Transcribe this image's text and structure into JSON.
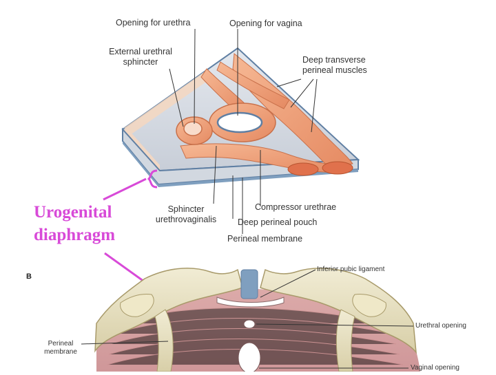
{
  "top_labels": {
    "opening_urethra": "Opening for urethra",
    "opening_vagina": "Opening for vagina",
    "ext_sphincter_line1": "External urethral",
    "ext_sphincter_line2": "sphincter",
    "deep_transverse_line1": "Deep transverse",
    "deep_transverse_line2": "perineal muscles",
    "sphincter_uv_line1": "Sphincter",
    "sphincter_uv_line2": "urethrovaginalis",
    "compressor": "Compressor urethrae",
    "deep_pouch": "Deep perineal pouch",
    "perineal_membrane": "Perineal membrane"
  },
  "callout": {
    "line1": "Urogenital",
    "line2": "diaphragm",
    "color": "#d84ad8"
  },
  "panel_b": {
    "panel_letter": "B",
    "inferior_pubic": "Inferior pubic ligament",
    "urethral_opening": "Urethral opening",
    "vaginal_opening": "Vaginal opening",
    "perineal_membrane_line1": "Perineal",
    "perineal_membrane_line2": "membrane"
  },
  "colors": {
    "muscle": "#f0a57e",
    "membrane": "#d9dde4",
    "bone": "#e8e2c4",
    "tissue": "#d9a3a5",
    "ligament": "#7f9fbf"
  }
}
